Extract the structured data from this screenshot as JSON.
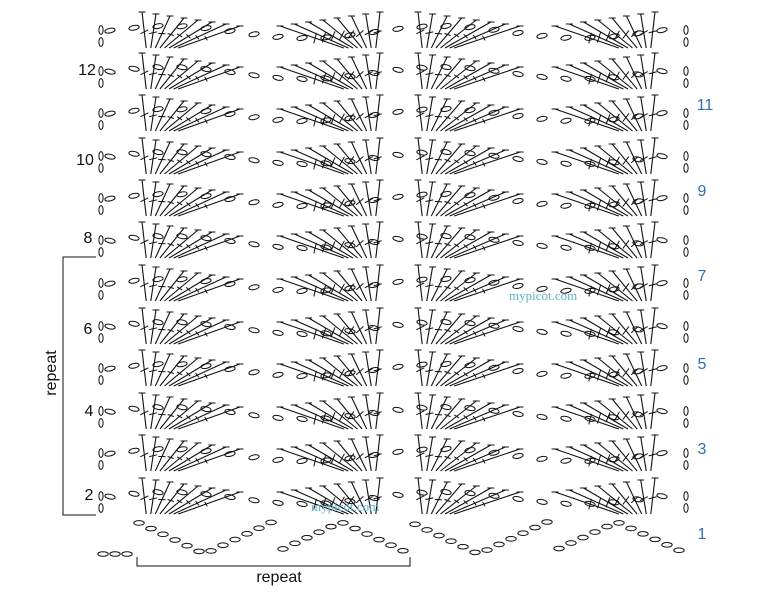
{
  "diagram": {
    "row_labels_left": [
      "12",
      "10",
      "8",
      "6",
      "4",
      "2"
    ],
    "row_labels_right": [
      "11",
      "9",
      "7",
      "5",
      "3",
      "1"
    ],
    "repeat_vertical_label": "repeat",
    "repeat_horizontal_label": "repeat",
    "watermarks": [
      "mypicot.com",
      "mypicot.com"
    ],
    "colors": {
      "stitch": "#111111",
      "even_label": "#111111",
      "odd_label": "#2f6fb5",
      "watermark": "#5fb3c7"
    }
  }
}
